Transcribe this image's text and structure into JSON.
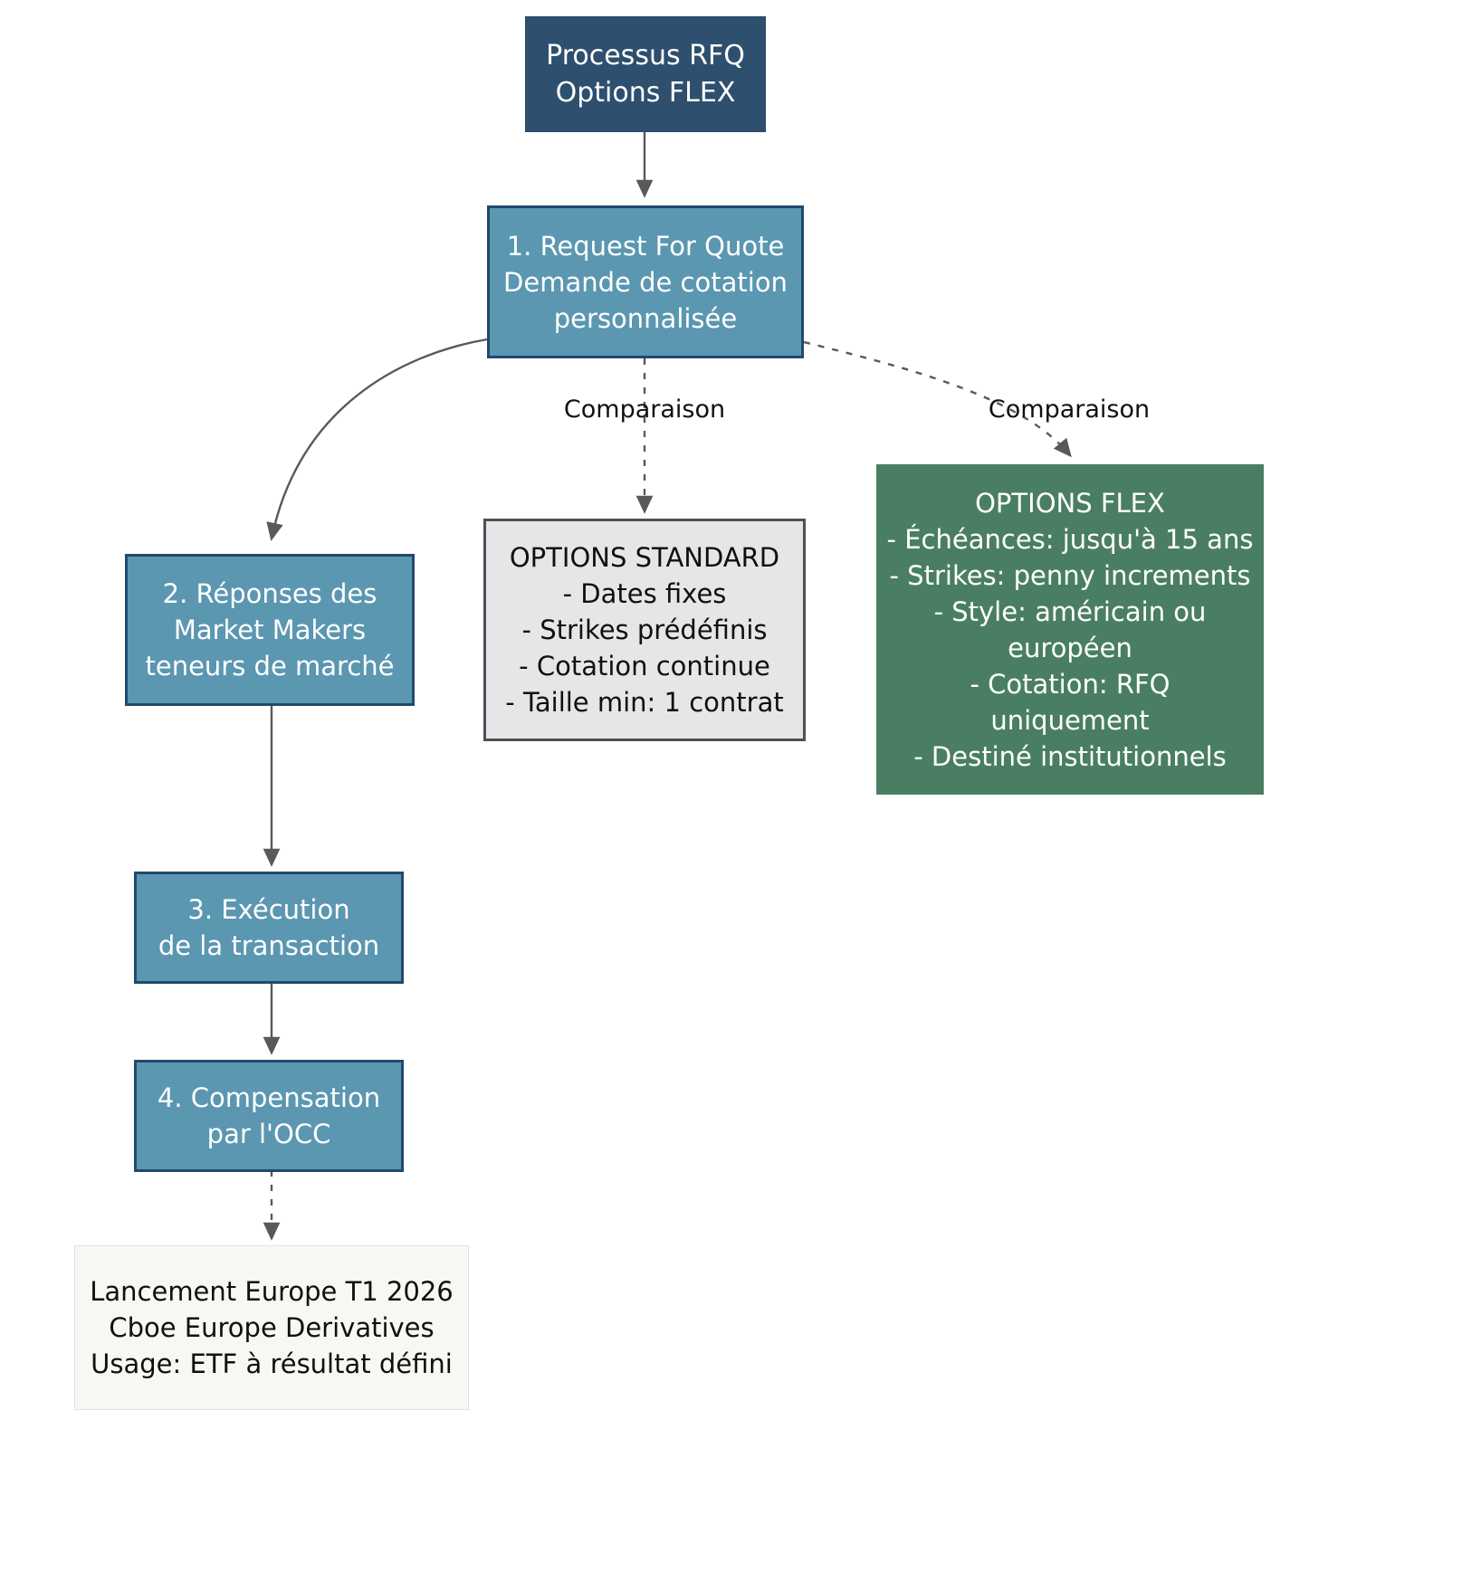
{
  "diagram": {
    "type": "flowchart",
    "direction": "top-down",
    "title_node": {
      "id": "title",
      "lines": [
        "Processus RFQ",
        "Options FLEX"
      ],
      "fill": "#2e4f6e",
      "text_color": "#ffffff"
    },
    "nodes": [
      {
        "id": "step1",
        "lines": [
          "1. Request For Quote",
          "Demande de cotation",
          "personnalisée"
        ],
        "fill": "#5b97b0",
        "border": "#22496e",
        "text_color": "#ffffff"
      },
      {
        "id": "step2",
        "lines": [
          "2. Réponses des",
          "Market Makers",
          "teneurs de marché"
        ],
        "fill": "#5b97b0",
        "border": "#22496e",
        "text_color": "#ffffff"
      },
      {
        "id": "step3",
        "lines": [
          "3. Exécution",
          "de la transaction"
        ],
        "fill": "#5b97b0",
        "border": "#22496e",
        "text_color": "#ffffff"
      },
      {
        "id": "step4",
        "lines": [
          "4. Compensation",
          "par l'OCC"
        ],
        "fill": "#5b97b0",
        "border": "#22496e",
        "text_color": "#ffffff"
      },
      {
        "id": "standard",
        "lines": [
          "OPTIONS STANDARD",
          "- Dates fixes",
          "- Strikes prédéfinis",
          "- Cotation continue",
          "- Taille min: 1 contrat"
        ],
        "fill": "#e4e6e7",
        "border": "#4d5156",
        "text_color": "#101010"
      },
      {
        "id": "flex",
        "lines": [
          "OPTIONS FLEX",
          "- Échéances: jusqu'à 15 ans",
          "- Strikes: penny increments",
          "- Style: américain ou",
          "européen",
          "- Cotation: RFQ",
          "uniquement",
          "- Destiné institutionnels"
        ],
        "fill": "#4a7e63",
        "text_color": "#ffffff"
      },
      {
        "id": "note",
        "lines": [
          "Lancement Europe T1 2026",
          "Cboe Europe Derivatives",
          "Usage: ETF à résultat défini"
        ],
        "fill": "#f7f7f4",
        "border": "#e2e2dd",
        "text_color": "#101010"
      }
    ],
    "edges": [
      {
        "from": "title",
        "to": "step1",
        "style": "solid",
        "label": ""
      },
      {
        "from": "step1",
        "to": "step2",
        "style": "solid",
        "label": ""
      },
      {
        "from": "step1",
        "to": "standard",
        "style": "dotted",
        "label": "Comparaison"
      },
      {
        "from": "step1",
        "to": "flex",
        "style": "dotted",
        "label": "Comparaison"
      },
      {
        "from": "step2",
        "to": "step3",
        "style": "solid",
        "label": ""
      },
      {
        "from": "step3",
        "to": "step4",
        "style": "solid",
        "label": ""
      },
      {
        "from": "step4",
        "to": "note",
        "style": "dotted",
        "label": ""
      }
    ],
    "edge_labels": {
      "standard_comparison": "Comparaison",
      "flex_comparison": "Comparaison"
    },
    "colors": {
      "background": "#ffffff",
      "arrow": "#595959",
      "navy": "#2e4f6e",
      "steel": "#5b97b0",
      "green": "#4a7e63",
      "grey": "#e4e6e7",
      "note": "#f7f7f4"
    }
  }
}
